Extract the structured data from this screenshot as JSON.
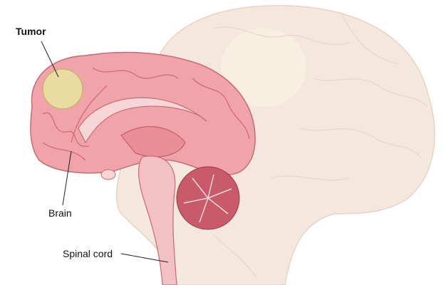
{
  "labels": {
    "tumor": "Tumor",
    "brain": "Brain",
    "spinal_cord": "Spinal cord"
  },
  "colors": {
    "ghost_brain": "#f4e8de",
    "ghost_outline": "#e6d3c4",
    "brain_pink": "#f0a3a8",
    "brain_dark": "#d9717c",
    "tumor": "#e9dba2",
    "cerebellum": "#c95a6a"
  }
}
